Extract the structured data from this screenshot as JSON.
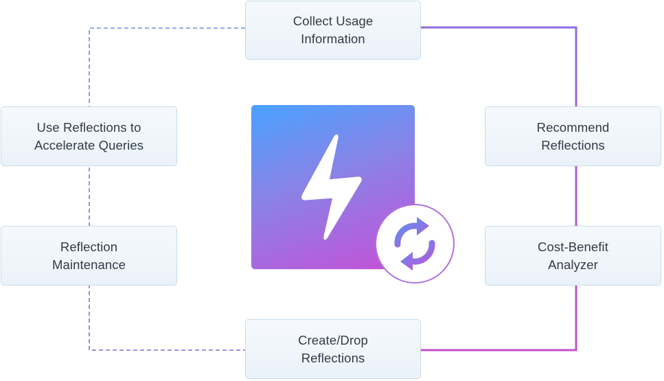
{
  "diagram": {
    "nodes": {
      "collect": "Collect Usage\nInformation",
      "recommend": "Recommend\nReflections",
      "cost_benefit": "Cost-Benefit\nAnalyzer",
      "create_drop": "Create/Drop\nReflections",
      "maintenance": "Reflection\nMaintenance",
      "use": "Use Reflections to\nAccelerate Queries"
    },
    "hub": {
      "icon": "lightning-bolt-icon",
      "badge_icon": "refresh-cycle-icon"
    },
    "colors": {
      "solid_connector_top": "#8f6ce0",
      "solid_connector_bottom": "#c24fc8",
      "dashed_connector_top": "#6a8ee8",
      "dashed_connector_bottom": "#8a68d8",
      "hub_gradient_start": "#4aa2ff",
      "hub_gradient_end": "#c64fd6"
    }
  }
}
